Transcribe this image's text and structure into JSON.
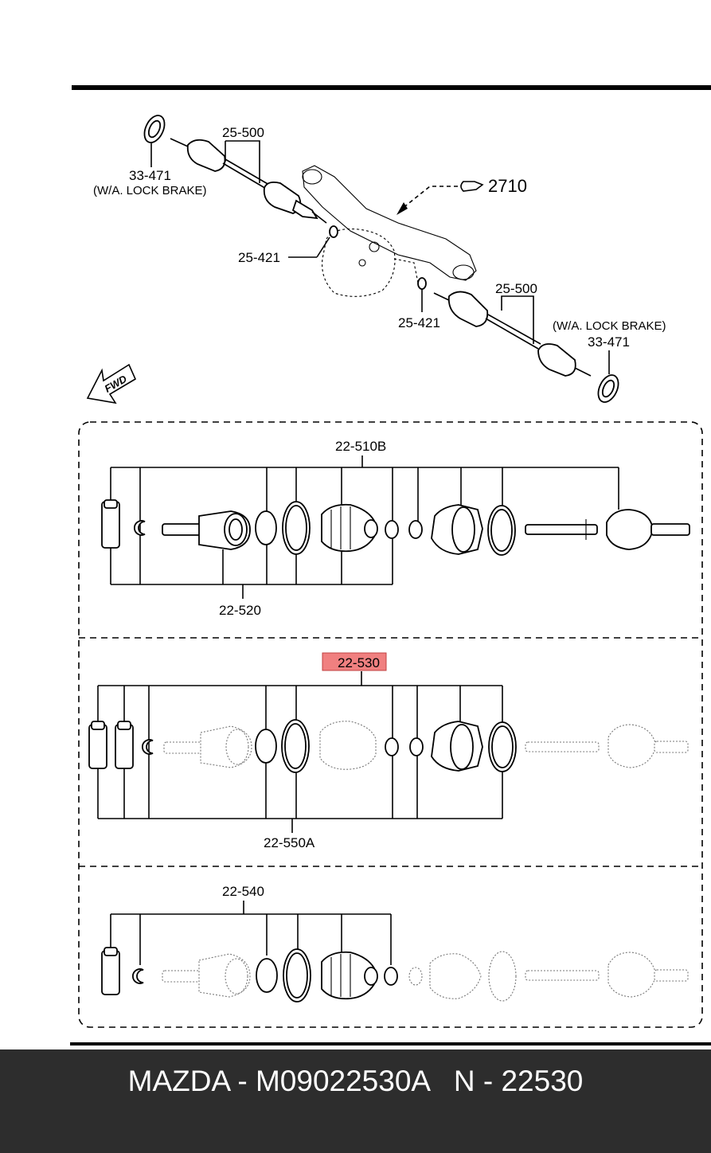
{
  "diagram": {
    "callouts": {
      "ref_2710": "2710",
      "driveshaft_top_left": "25-500",
      "driveshaft_top_right": "25-500",
      "seal_left": "25-421",
      "seal_right": "25-421",
      "sensor_ring_left": "33-471",
      "sensor_ring_right": "33-471",
      "lock_brake_left": "(W/A. LOCK BRAKE)",
      "lock_brake_right": "(W/A. LOCK BRAKE)",
      "fwd": "FWD",
      "kit_510b": "22-510B",
      "kit_520": "22-520",
      "kit_530": "22-530",
      "kit_550a": "22-550A",
      "kit_540": "22-540"
    },
    "highlight_color": "#f08080"
  },
  "footer": {
    "caption": "MAZDA - M09022530A   N - 22530"
  }
}
